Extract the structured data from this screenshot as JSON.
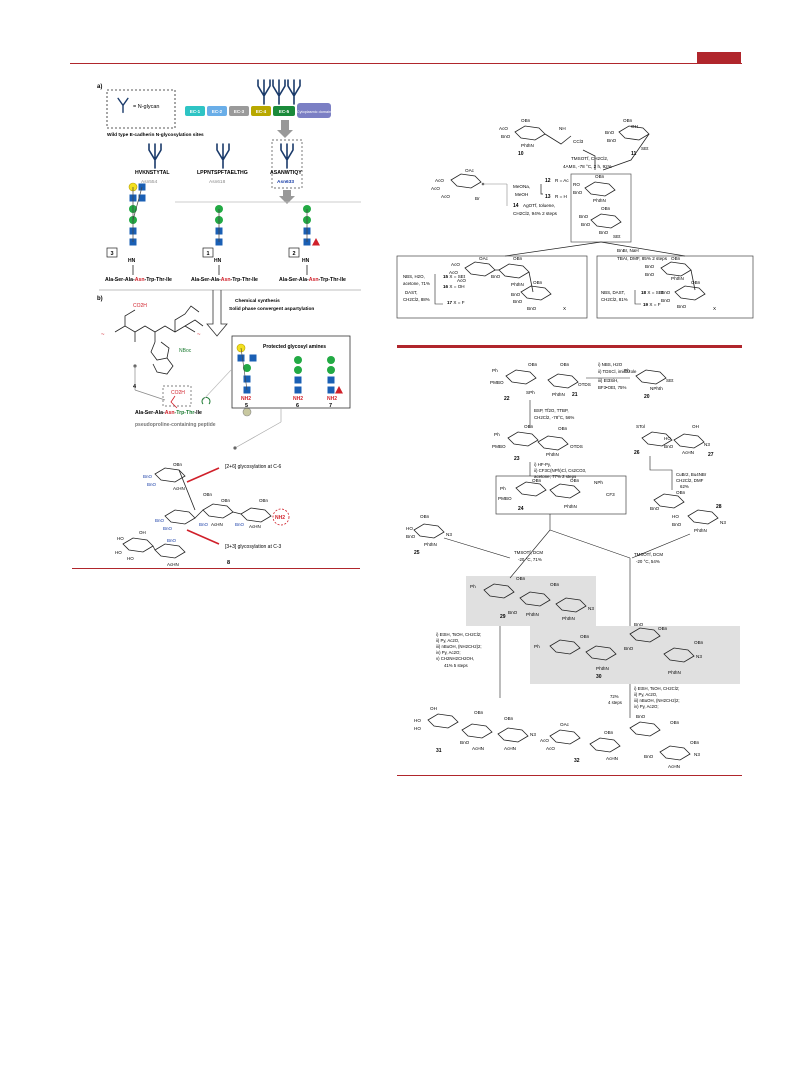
{
  "colors": {
    "rule": "#b0262c",
    "ec1": "#2ec4c4",
    "ec2": "#6aaee8",
    "ec3": "#9a9a9a",
    "ec4": "#b8a800",
    "ec5": "#1a8a3a",
    "cyto": "#7b7fc4",
    "glcnac": "#1a5fb4",
    "man": "#22aa44",
    "gal": "#f2e020",
    "fuc": "#d0202a",
    "red": "#d0202a",
    "blue": "#1a3fa8",
    "green": "#1a7a30",
    "gray": "#888888"
  },
  "panel_a": {
    "label": "a)",
    "legend": "= N-glycan",
    "caption": "Wild type E-cadherin N-glycosylation sites",
    "domains": [
      "EC-1",
      "EC-2",
      "EC-3",
      "EC-4",
      "EC-5",
      "Cytoplasmic domain"
    ],
    "seq1": "HVKNSTYTAL",
    "seq1_site": "Asn554",
    "seq2": "LPPNTSPFTAELTHG",
    "seq2_site": "Asn618",
    "seq3": "ASANWTIQY",
    "seq3_site": "Asn633",
    "hn": "HN",
    "peptide_pre": "Ala-Ser-Ala-",
    "asn": "Asn",
    "peptide_post": "-Trp-Thr-Ile",
    "box1": "3",
    "box2": "1",
    "box3": "2"
  },
  "panel_b": {
    "label": "b)",
    "synth1": "Chemical synthesis",
    "synth2": "Solid phase convergent aspartylation",
    "co2h": "CO2H",
    "nboc": "NBoc",
    "cmp4": "4",
    "peptide_pre": "Ala-Ser-Ala-",
    "asn": "Asn",
    "trp": "-Trp-",
    "thr": "Thr",
    "ile": "-Ile",
    "pseudo": "pseudoproline-containing peptide",
    "amines_title": "Protected glycosyl amines",
    "nh2": "NH2",
    "cmp5": "5",
    "cmp6": "6",
    "cmp7": "7",
    "c6": "[2+6] glycosylation at C-6",
    "c3": "[3+3] glycosylation at C-3",
    "cmp8": "8",
    "obn": "OBn",
    "bno": "BnO",
    "achn": "AcHN",
    "ho": "HO",
    "oh": "OH"
  },
  "scheme_top": {
    "cond1": "TMSOTf, CH2Cl2,",
    "cond2": "4AMS, -78 °C, 2 h, 92%",
    "cmp10": "10",
    "cmp11": "11",
    "cmp12": "12",
    "cmp13": "13",
    "cmp14": "14",
    "cmp15": "15",
    "cmp16": "16",
    "cmp17": "17",
    "cmp18": "18",
    "cmp19": "19",
    "r_ac": "R = Ac",
    "r_h": "R = H",
    "meona": "MeONa,",
    "meoh": "MeOH",
    "agotf": "AgOTf, toluene,",
    "agotf2": "CH2Cl2, 94% 2 steps",
    "bnbr": "BnBr, NaH",
    "tbai": "TBAI, DMF, 85% 2 steps",
    "nbs1": "NBS, H2O,",
    "nbs2": "acetone, 71%",
    "dast1": "DAST,",
    "dast2": "CH2Cl2, 88%",
    "x_set": "X = SEt",
    "x_oh": "X = OH",
    "x_f": "X = F",
    "nbs_dast1": "NBS, DAST,",
    "nbs_dast2": "CH2Cl2, 81%",
    "obn": "OBn",
    "oh": "OH",
    "nh": "NH",
    "ccl3": "CCl3",
    "set": "SEt",
    "phthn": "PhthN",
    "aco": "AcO",
    "oac": "OAc",
    "ro": "RO",
    "br": "Br",
    "x": "X",
    "bno": "BnO"
  },
  "scheme_bottom": {
    "cmp20": "20",
    "cmp21": "21",
    "cmp22": "22",
    "cmp23": "23",
    "cmp24": "24",
    "cmp25": "25",
    "cmp26": "26",
    "cmp27": "27",
    "cmp28": "28",
    "cmp29": "29",
    "cmp30": "30",
    "cmp31": "31",
    "cmp32": "32",
    "r1a": "i) NBS, H2O",
    "r1b": "ii) TDSCl, imidazole",
    "r1c": "iii) Et3SiH,",
    "r1d": "BF3•OEt, 75%",
    "bsp1": "BSP, Tf2O, TTBP,",
    "bsp2": "CH2Cl2, -78°C, 56%",
    "hf1": "i) HF-Py,",
    "hf2": "ii) CF3C(NPh)Cl, Cs2CO3,",
    "hf3": "acetone; 77% 2 steps",
    "cubr1": "CuBr2, Bu4NBr",
    "cubr2": "CH2Cl2, DMF",
    "cubr3": "62%",
    "tm1": "TMSOTf, DCM",
    "tm2": "-20 °C, 71%",
    "tm3": "TMSOTf, DCM",
    "tm4": "-20 °C, 54%",
    "s31a": "i) EtSH, TsOH, CH2Cl2;",
    "s31b": "ii) Py, Ac2O,",
    "s31c": "iii) nBuOH, (NH2CH2)2;",
    "s31d": "iv) Py, Ac2O;",
    "s31e": "v) CH2NH2CH2OH,",
    "s31f": "41% 5 steps",
    "s32a": "i) EtSH, TsOH, CH2Cl2;",
    "s32b": "ii) Py, Ac2O,",
    "s32c": "iii) nBuOH, (NH2CH2)2;",
    "s32d": "iv) Py, Ac2O;",
    "s32y": "72%",
    "s32s": "4 steps",
    "obn": "OBn",
    "ph": "Ph",
    "pmbo": "PMBO",
    "sph": "SPh",
    "phthn": "PhthN",
    "otds": "OTDS",
    "set": "SEt",
    "nphth": "NPhth",
    "stol": "STol",
    "n3": "N3",
    "nph": "NPh",
    "cf3": "CF3",
    "achn": "AcHN",
    "aco": "AcO",
    "oac": "OAc",
    "oh": "OH",
    "bno": "BnO",
    "ho": "HO"
  }
}
